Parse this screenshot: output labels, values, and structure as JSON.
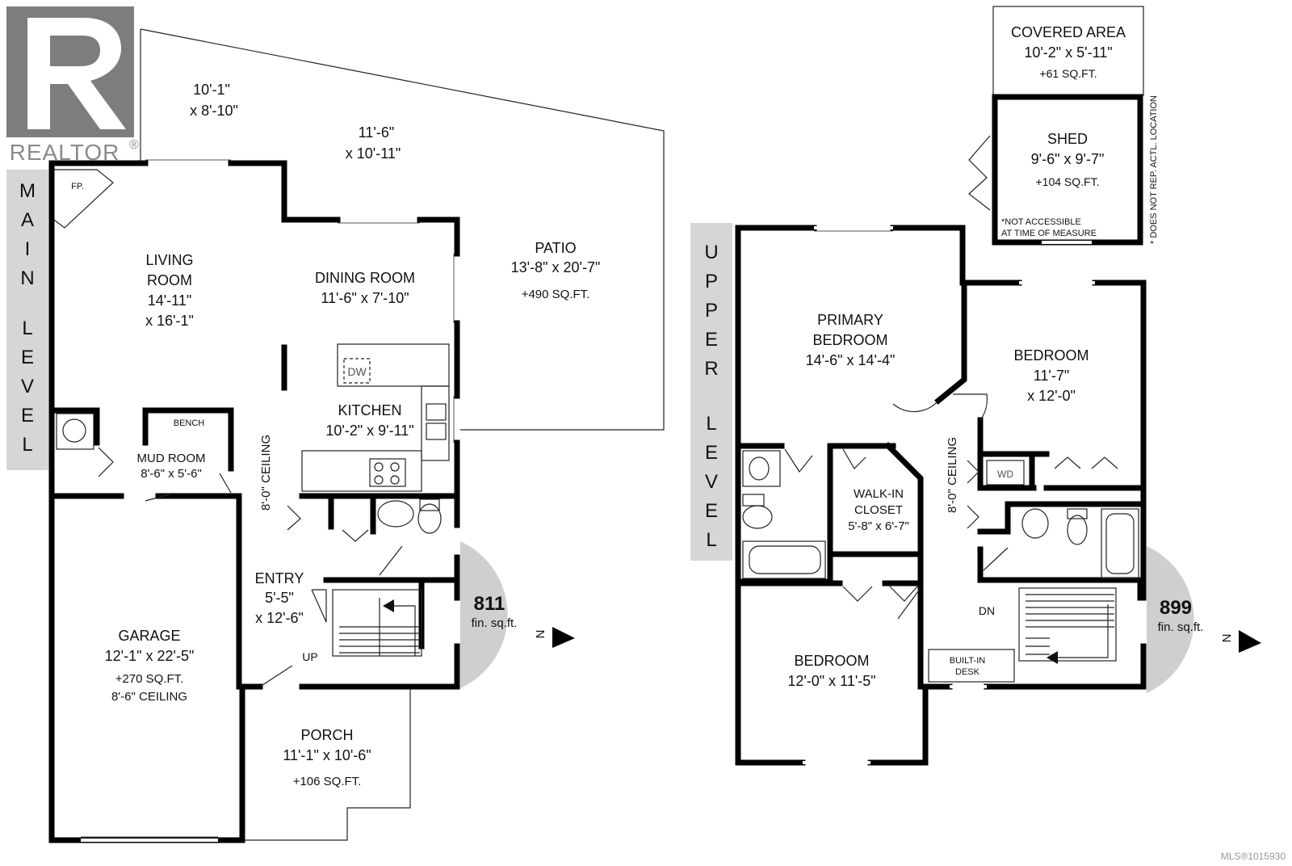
{
  "branding": {
    "logo_text": "REALTOR",
    "reg_mark": "®",
    "mls_id": "MLS®1015930",
    "accent": "#8a8a8a"
  },
  "main_level": {
    "banner": "MAIN LEVEL",
    "banner_letters_1": [
      "M",
      "A",
      "I",
      "N"
    ],
    "banner_letters_2": [
      "L",
      "E",
      "V",
      "E",
      "L"
    ],
    "area_value": "811",
    "area_unit": "fin. sq.ft.",
    "compass": "N",
    "ceiling_note": "8'-0\" CEILING",
    "rooms": {
      "patio_corner": {
        "dim1": "10'-1\"",
        "dim2": "x 8'-10\""
      },
      "patio_mid": {
        "dim1": "11'-6\"",
        "dim2": "x 10'-11\""
      },
      "patio": {
        "name": "PATIO",
        "dims": "13'-8\" x 20'-7\"",
        "area": "+490 SQ.FT."
      },
      "fireplace": "FP.",
      "living": {
        "name1": "LIVING",
        "name2": "ROOM",
        "dim1": "14'-11\"",
        "dim2": "x 16'-1\""
      },
      "dining": {
        "name": "DINING ROOM",
        "dims": "11'-6\" x 7'-10\""
      },
      "dishwasher": "DW",
      "kitchen": {
        "name": "KITCHEN",
        "dims": "10'-2\" x 9'-11\""
      },
      "bench": "BENCH",
      "mud": {
        "name": "MUD ROOM",
        "dims": "8'-6\" x 5'-6\""
      },
      "entry": {
        "name": "ENTRY",
        "dim1": "5'-5\"",
        "dim2": "x 12'-6\""
      },
      "stairs_up": "UP",
      "garage": {
        "name": "GARAGE",
        "dims": "12'-1\" x 22'-5\"",
        "area": "+270 SQ.FT.",
        "ceiling": "8'-6\" CEILING"
      },
      "porch": {
        "name": "PORCH",
        "dims": "11'-1\" x 10'-6\"",
        "area": "+106 SQ.FT."
      }
    }
  },
  "upper_level": {
    "banner": "UPPER LEVEL",
    "banner_letters_1": [
      "U",
      "P",
      "P",
      "E",
      "R"
    ],
    "banner_letters_2": [
      "L",
      "E",
      "V",
      "E",
      "L"
    ],
    "area_value": "899",
    "area_unit": "fin. sq.ft.",
    "compass": "N",
    "ceiling_note": "8'-0\" CEILING",
    "rooms": {
      "primary": {
        "name1": "PRIMARY",
        "name2": "BEDROOM",
        "dims": "14'-6\" x 14'-4\""
      },
      "bedroom2": {
        "name": "BEDROOM",
        "dim1": "11'-7\"",
        "dim2": "x 12'-0\""
      },
      "walkin": {
        "name1": "WALK-IN",
        "name2": "CLOSET",
        "dims": "5'-8\" x 6'-7\""
      },
      "washer_dryer": "WD",
      "bedroom3": {
        "name": "BEDROOM",
        "dims": "12'-0\" x 11'-5\""
      },
      "desk": {
        "name1": "BUILT-IN",
        "name2": "DESK"
      },
      "stairs_down": "DN"
    }
  },
  "outbuildings": {
    "covered": {
      "name": "COVERED AREA",
      "dims": "10'-2\" x 5'-11\"",
      "area": "+61 SQ.FT."
    },
    "shed": {
      "name": "SHED",
      "dims": "9'-6\" x 9'-7\"",
      "area": "+104 SQ.FT.",
      "note1": "*NOT ACCESSIBLE",
      "note2": "AT TIME OF MEASURE",
      "side_note": "* DOES NOT REP. ACTL. LOCATION"
    }
  }
}
